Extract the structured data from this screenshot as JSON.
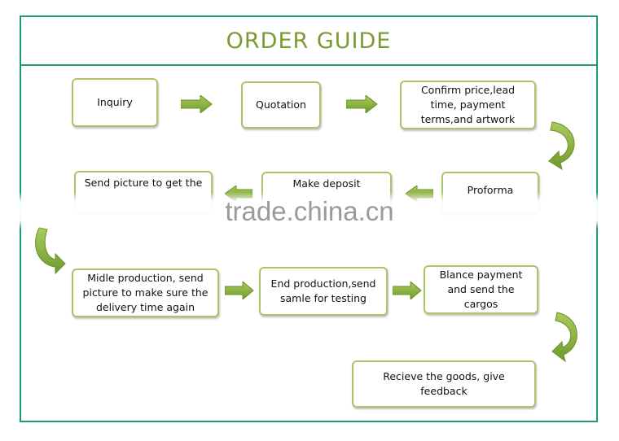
{
  "title": "ORDER GUIDE",
  "steps": {
    "inquiry": "Inquiry",
    "quotation": "Quotation",
    "confirm": "Confirm price,lead time, payment terms,and artwork",
    "proforma": "Proforma",
    "deposit": "Make deposit",
    "picture": "Send picture to get the",
    "midle": "Midle production, send picture to make sure the delivery time again",
    "end": "End production,send samle for testing",
    "balance": "Blance payment and send the cargos",
    "receive": "Recieve the goods, give feedback"
  },
  "watermark": "trade.china.cn",
  "colors": {
    "border": "#1f9b6c",
    "title": "#7b9a34",
    "box_border": "#a9c56b",
    "arrow": "#7fa83a"
  }
}
